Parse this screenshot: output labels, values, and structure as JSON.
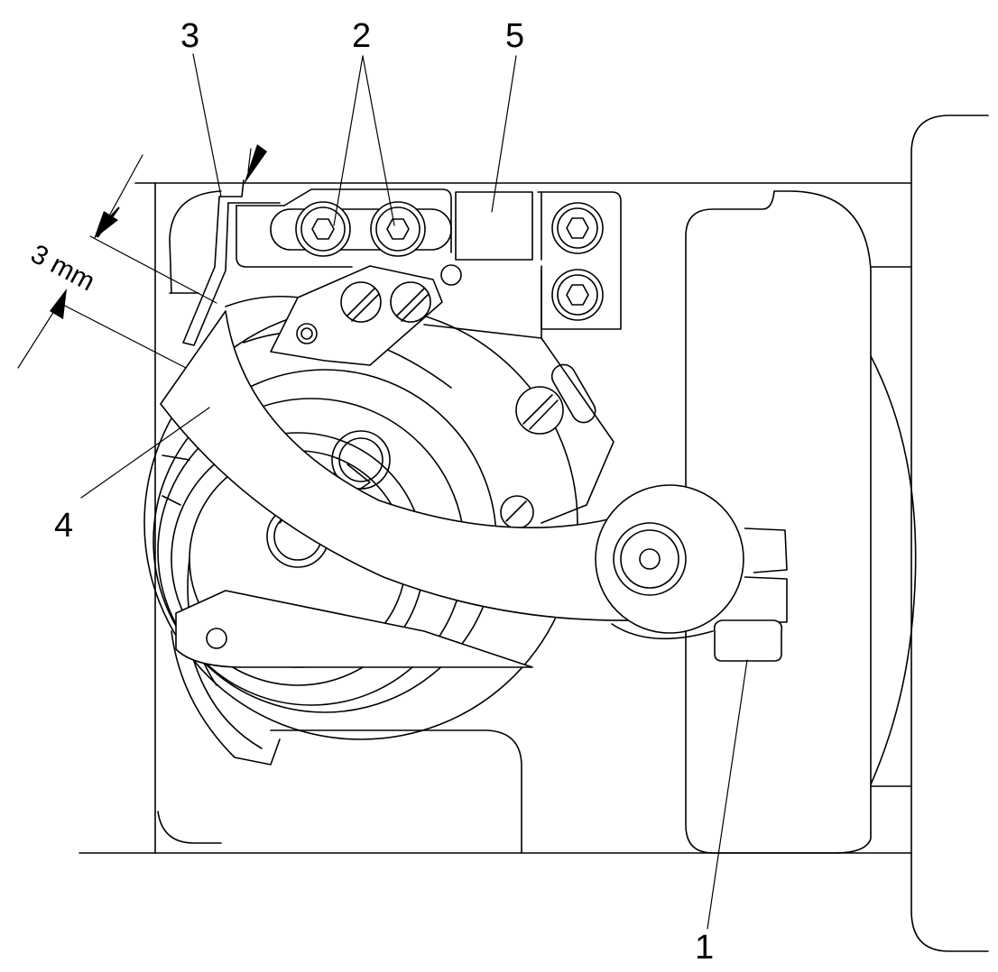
{
  "callouts": {
    "c1": "1",
    "c2": "2",
    "c3": "3",
    "c4": "4",
    "c5": "5"
  },
  "dimension": {
    "label": "3 mm"
  }
}
